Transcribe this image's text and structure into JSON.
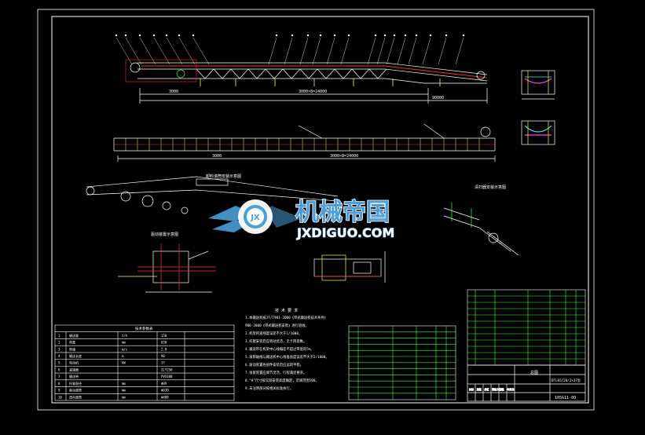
{
  "watermark": {
    "title_cn": "机械帝国",
    "title_en": "JXDIGUO.COM",
    "logo_letters": "JX"
  },
  "drawing": {
    "title_block_name": "总图",
    "drawing_code": "DTL65/20/2×37型",
    "drawing_number": "10SG11-00",
    "notes_title": "技 术 要 求",
    "notes_lines": [
      "1.本输送机按JT/T901-2000《带式输送机技术条件》",
      "  900-2000《带式输送机安装》进行验收。",
      "2.机架的直线度误差不大于1/1000。",
      "3.托辊安装后应转动灵活，无卡阻现象。",
      "4.输送带在机架中心线偏差不超过带宽的5%。",
      "5.滚筒轴线与输送机中心线垂直度误差不大于2/1000。",
      "6.驱动装置各部件安装后应运转平稳。",
      "7.张紧装置应调节灵活，行程满足要求。",
      "8.“H”尺寸按实际安装高度确定，可调范围500。",
      "9.未注明部分按相关标准执行。"
    ],
    "dims": [
      "90000",
      "3000",
      "3000×8=24000",
      "3000×8=24000",
      "3000"
    ],
    "section_labels": [
      "卸料滚筒安装示意图",
      "驱动装置示意图",
      "清扫器安装示意图"
    ],
    "left_table_title": "技术参数表",
    "left_table_rows": [
      [
        "1",
        "输送量",
        "t/h",
        "150"
      ],
      [
        "2",
        "带宽",
        "mm",
        "650"
      ],
      [
        "3",
        "带速",
        "m/s",
        "2.0"
      ],
      [
        "4",
        "输送长度",
        "m",
        "90"
      ],
      [
        "5",
        "电动机",
        "kW",
        "37"
      ],
      [
        "6",
        "减速器",
        "",
        "ZLY250"
      ],
      [
        "7",
        "输送带",
        "",
        "PVC680"
      ],
      [
        "8",
        "托辊直径",
        "mm",
        "Φ89"
      ],
      [
        "9",
        "驱动滚筒",
        "mm",
        "Φ630"
      ],
      [
        "10",
        "改向滚筒",
        "mm",
        "Φ400"
      ]
    ],
    "title_block_headers": [
      "标记",
      "处数",
      "分区",
      "更改文件号",
      "签名",
      "年月日"
    ]
  },
  "colors": {
    "background": "#000000",
    "line_white": "#ffffff",
    "line_red": "#ff2b2b",
    "line_yellow": "#ffff3a",
    "line_green": "#3cff3c",
    "line_cyan": "#3cf0ff",
    "line_magenta": "#ff3cff",
    "watermark_blue": "#4a9fd8"
  }
}
